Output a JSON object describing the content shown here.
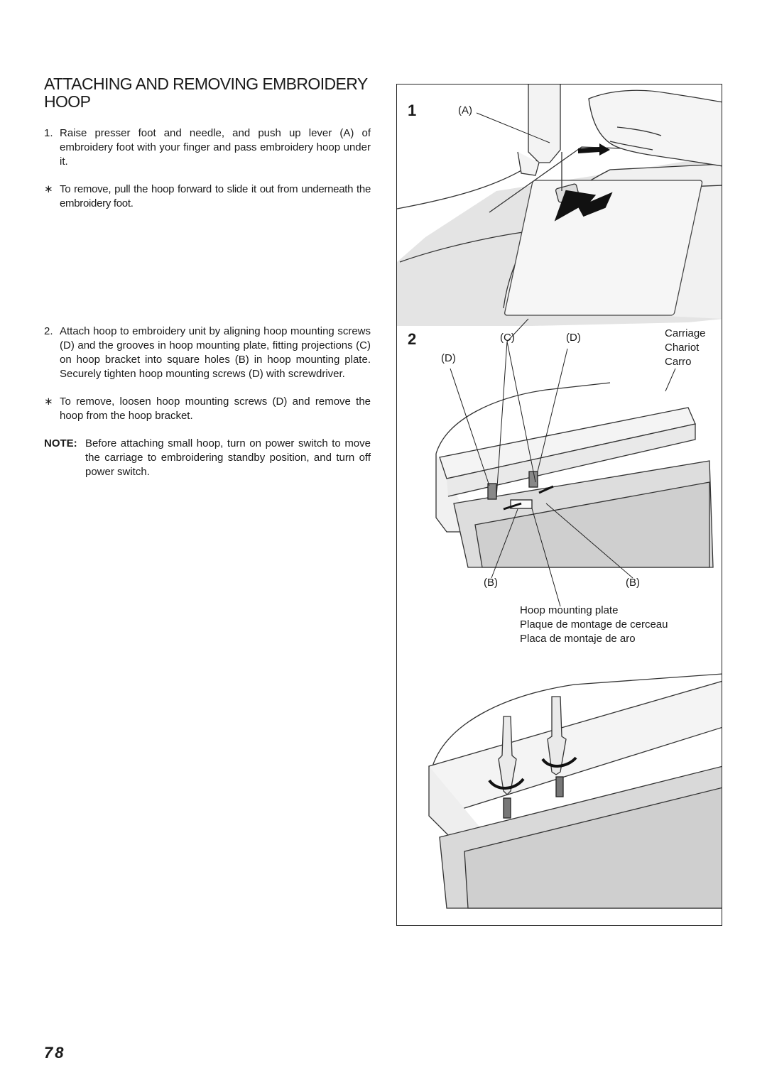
{
  "title": "ATTACHING AND REMOVING EMBROIDERY HOOP",
  "steps": [
    {
      "marker": "1.",
      "text": "Raise presser foot and needle, and push up lever (A) of embroidery foot with your finger and pass embroidery hoop under it.",
      "note_marker": "∗",
      "note": "To remove, pull the hoop forward to slide it out from underneath the embroidery foot."
    },
    {
      "marker": "2.",
      "text": "Attach hoop to embroidery unit by aligning hoop mounting screws (D) and the grooves in hoop mounting plate, fitting projections (C) on hoop bracket into square holes (B) in hoop mounting plate. Securely tighten hoop mounting screws (D) with screwdriver.",
      "note_marker": "∗",
      "note": "To remove, loosen hoop mounting screws (D) and remove the hoop from the hoop bracket."
    }
  ],
  "note": {
    "label": "NOTE:",
    "text": "Before attaching small hoop, turn on power switch to move the carriage to embroidering standby position, and turn off power switch."
  },
  "figure": {
    "step1_number": "1",
    "step2_number": "2",
    "label_a": "(A)",
    "label_c": "(C)",
    "label_d_top": "(D)",
    "label_d_left": "(D)",
    "label_b_left": "(B)",
    "label_b_right": "(B)",
    "carriage_lines": [
      "Carriage",
      "Chariot",
      "Carro"
    ],
    "plate_lines": [
      "Hoop mounting plate",
      "Plaque de montage de cerceau",
      "Placa de montaje de aro"
    ]
  },
  "page_number": "78"
}
